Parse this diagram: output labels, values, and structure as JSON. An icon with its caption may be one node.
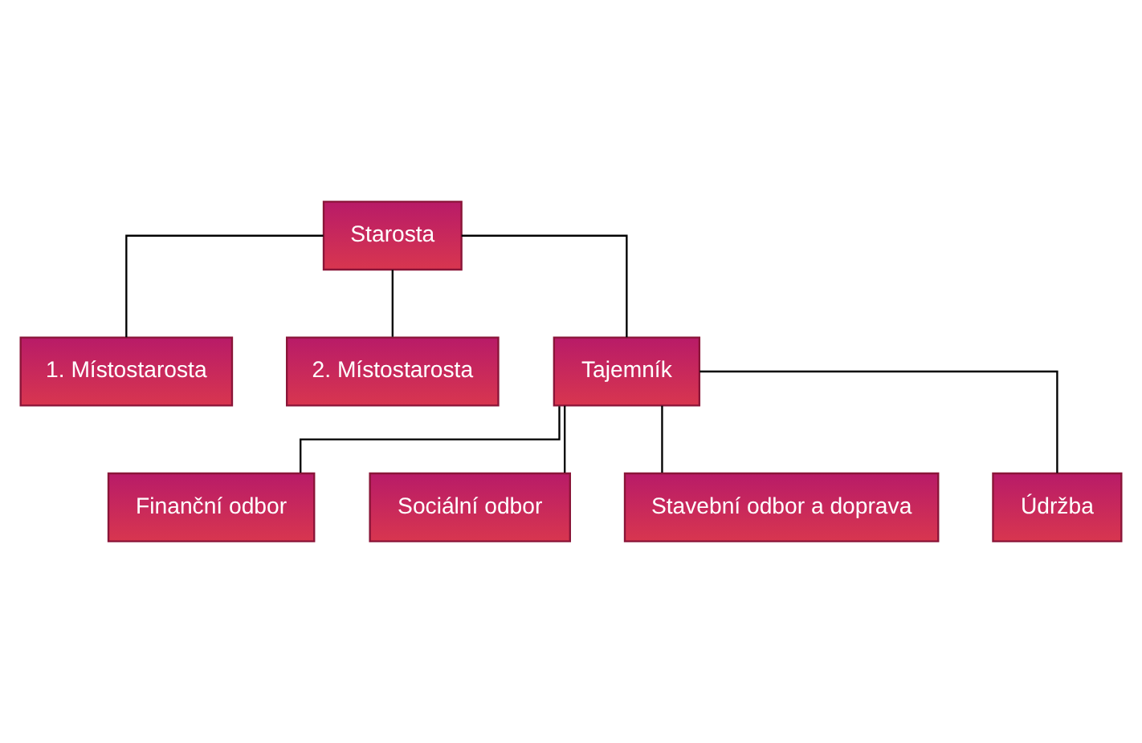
{
  "diagram": {
    "nodes": [
      {
        "text": [
          "Starosta"
        ]
      },
      {
        "text": [
          "1. Místostarosta"
        ]
      },
      {
        "text": [
          "2. Místostarosta"
        ]
      },
      {
        "text": [
          "Tajemník"
        ]
      },
      {
        "text": [
          "Finanční odbor"
        ]
      },
      {
        "text": [
          "Sociální odbor"
        ]
      },
      {
        "text": [
          "Stavební odbor a doprava"
        ]
      },
      {
        "text": [
          "Údržba"
        ]
      }
    ],
    "edges": [
      {
        "from": 0,
        "to": 1,
        "arrow": "none"
      },
      {
        "from": 0,
        "to": 2,
        "arrow": "none"
      },
      {
        "from": 0,
        "to": 3,
        "arrow": "none"
      },
      {
        "from": 3,
        "to": 4,
        "arrow": "none"
      },
      {
        "from": 3,
        "to": 5,
        "arrow": "none"
      },
      {
        "from": 3,
        "to": 6,
        "arrow": "none"
      },
      {
        "from": 3,
        "to": 7,
        "arrow": "none"
      }
    ]
  }
}
